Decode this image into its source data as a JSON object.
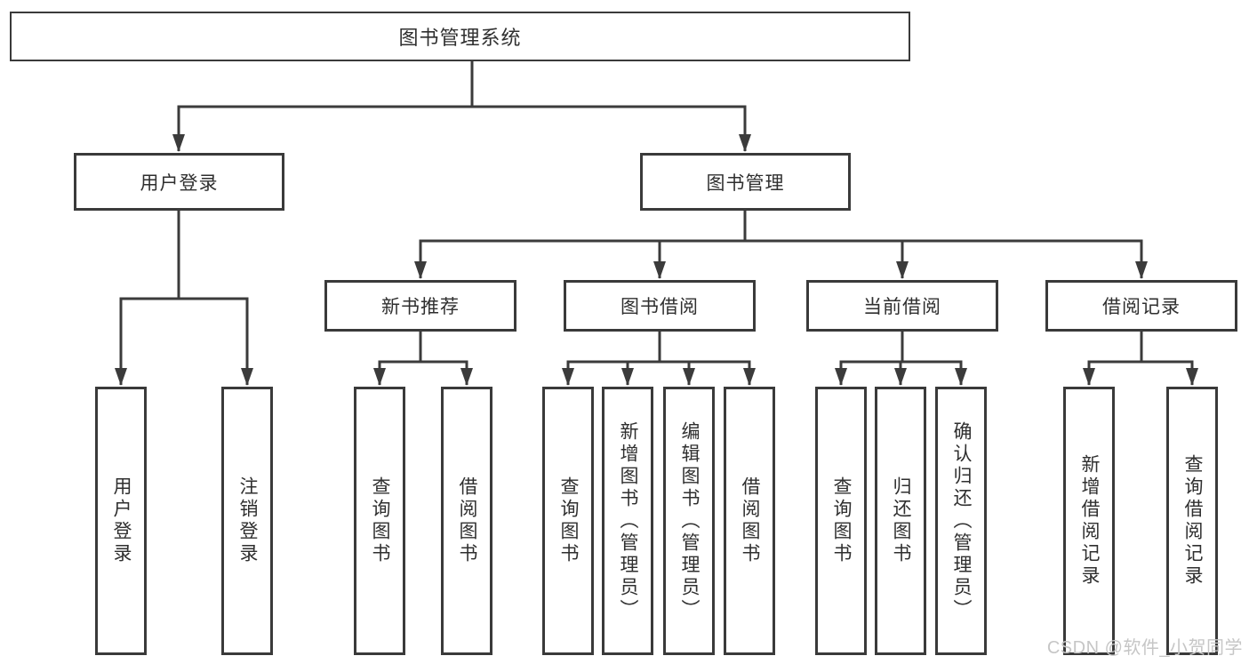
{
  "diagram": {
    "root": {
      "label": "图书管理系统"
    },
    "branches": [
      {
        "label": "用户登录",
        "leaves": [
          {
            "label": "用户登录"
          },
          {
            "label": "注销登录"
          }
        ]
      },
      {
        "label": "图书管理",
        "groups": [
          {
            "label": "新书推荐",
            "leaves": [
              {
                "label": "查询图书"
              },
              {
                "label": "借阅图书"
              }
            ]
          },
          {
            "label": "图书借阅",
            "leaves": [
              {
                "label": "查询图书"
              },
              {
                "label": "新增图书（管理员）"
              },
              {
                "label": "编辑图书（管理员）"
              },
              {
                "label": "借阅图书"
              }
            ]
          },
          {
            "label": "当前借阅",
            "leaves": [
              {
                "label": "查询图书"
              },
              {
                "label": "归还图书"
              },
              {
                "label": "确认归还（管理员）"
              }
            ]
          },
          {
            "label": "借阅记录",
            "leaves": [
              {
                "label": "新增借阅记录"
              },
              {
                "label": "查询借阅记录"
              }
            ]
          }
        ]
      }
    ]
  },
  "watermark": {
    "text": "CSDN @软件_小贺同学"
  },
  "colors": {
    "line": "#3b3b3b",
    "box_border": "#3a3a3a",
    "text": "#2f2f2f",
    "watermark": "#c6c6c6",
    "background": "#ffffff"
  }
}
